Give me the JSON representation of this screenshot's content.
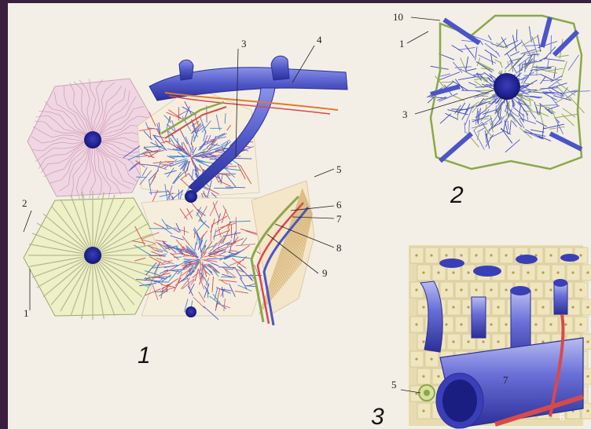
{
  "panels": [
    {
      "id": "panel-1",
      "caption": "1"
    },
    {
      "id": "panel-2",
      "caption": "2"
    },
    {
      "id": "panel-3",
      "caption": "3"
    }
  ],
  "panel1_labels": [
    "1",
    "2",
    "3",
    "4",
    "5",
    "6",
    "7",
    "8",
    "9"
  ],
  "panel2_labels": [
    "10",
    "1",
    "3"
  ],
  "panel3_labels": [
    "5",
    "7",
    "6"
  ],
  "colors": {
    "background_border": "#3a1f3f",
    "paper": "#f3efe6",
    "vein_blue": "#4a55c8",
    "artery_red": "#d84a4a",
    "bile_green": "#8aa84a",
    "lobule_pink": "#e8c8d8",
    "lobule_green": "#e8ecc0"
  }
}
